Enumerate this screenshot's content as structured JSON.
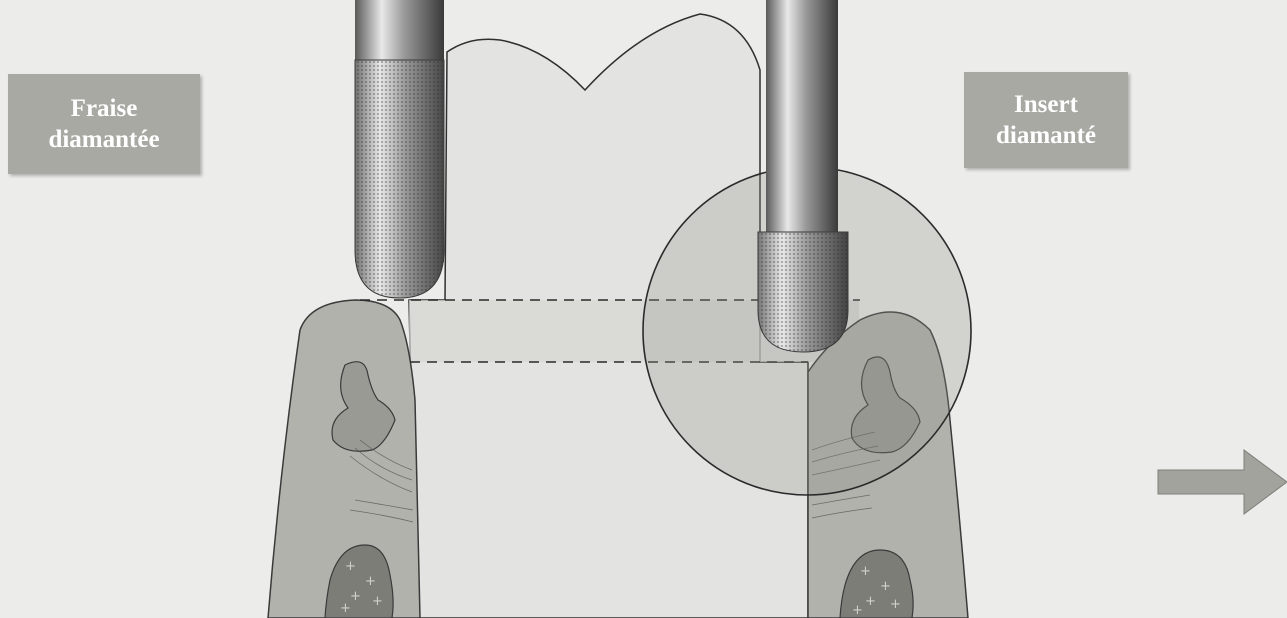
{
  "labels": {
    "left": {
      "line1": "Fraise",
      "line2": "diamantée"
    },
    "right": {
      "line1": "Insert",
      "line2": "diamanté"
    }
  },
  "colors": {
    "background": "#ececea",
    "label_box": "#a9a9a4",
    "tooth": "#e3e3e1",
    "gingiva": "#b2b2ad",
    "gingiva_inner": "#9a9a95",
    "bone": "#7d7d78",
    "arrow": "#a3a39e"
  },
  "icons": [
    "diamond-bur-icon",
    "diamond-insert-icon",
    "right-arrow-icon"
  ]
}
